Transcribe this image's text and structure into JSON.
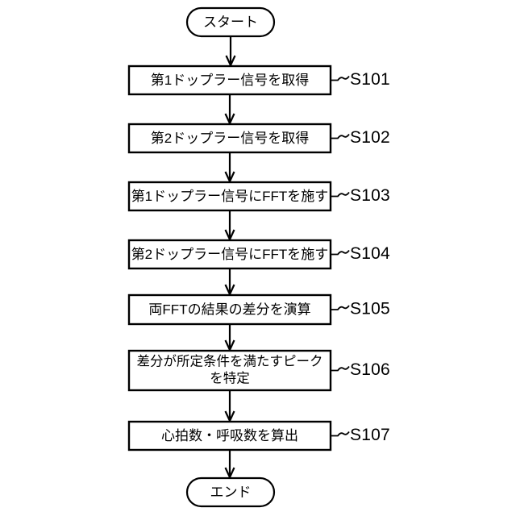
{
  "diagram": {
    "type": "flowchart",
    "orientation": "top-to-bottom",
    "language": "ja",
    "background_color": "#ffffff",
    "line_color": "#000000",
    "fill_color": "#ffffff",
    "start": {
      "shape": "terminator",
      "text": "スタート"
    },
    "end": {
      "shape": "terminator",
      "text": "エンド"
    },
    "steps": [
      {
        "id": "S101",
        "shape": "process",
        "lines": [
          "第1ドップラー信号を取得"
        ],
        "label": "S101"
      },
      {
        "id": "S102",
        "shape": "process",
        "lines": [
          "第2ドップラー信号を取得"
        ],
        "label": "S102"
      },
      {
        "id": "S103",
        "shape": "process",
        "lines": [
          "第1ドップラー信号にFFTを施す"
        ],
        "label": "S103"
      },
      {
        "id": "S104",
        "shape": "process",
        "lines": [
          "第2ドップラー信号にFFTを施す"
        ],
        "label": "S104"
      },
      {
        "id": "S105",
        "shape": "process",
        "lines": [
          "両FFTの結果の差分を演算"
        ],
        "label": "S105"
      },
      {
        "id": "S106",
        "shape": "process",
        "lines": [
          "差分が所定条件を満たすピーク",
          "を特定"
        ],
        "label": "S106"
      },
      {
        "id": "S107",
        "shape": "process",
        "lines": [
          "心拍数・呼吸数を算出"
        ],
        "label": "S107"
      }
    ]
  }
}
